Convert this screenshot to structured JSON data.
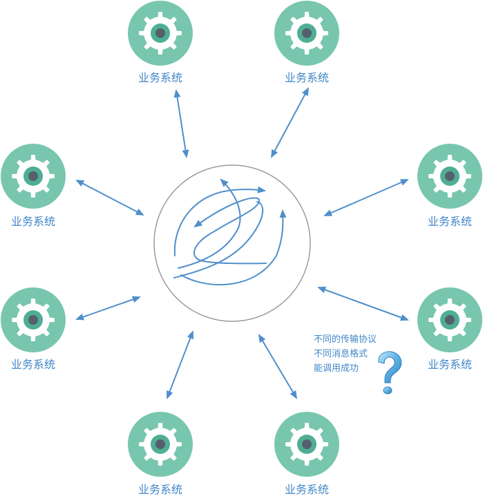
{
  "system_label": "业务系统",
  "question": {
    "lines": [
      "不同的传输协议",
      "不同消息格式",
      "能调用成功"
    ],
    "mark_icon": "question-mark-icon"
  },
  "colors": {
    "gear_circle": "#78c6ae",
    "gear_fill": "#ffffff",
    "gear_hub": "#55606e",
    "gear_hub_ring": "#4fae93",
    "arrow": "#4f8fcb",
    "label_text": "#3f86c8",
    "question_text": "#3f86c8",
    "hub_stroke": "#9a9a9a"
  },
  "nodes": [
    {
      "id": "top-left"
    },
    {
      "id": "top-right"
    },
    {
      "id": "upper-left"
    },
    {
      "id": "upper-right"
    },
    {
      "id": "lower-left"
    },
    {
      "id": "lower-right"
    },
    {
      "id": "bottom-left"
    },
    {
      "id": "bottom-right"
    }
  ]
}
